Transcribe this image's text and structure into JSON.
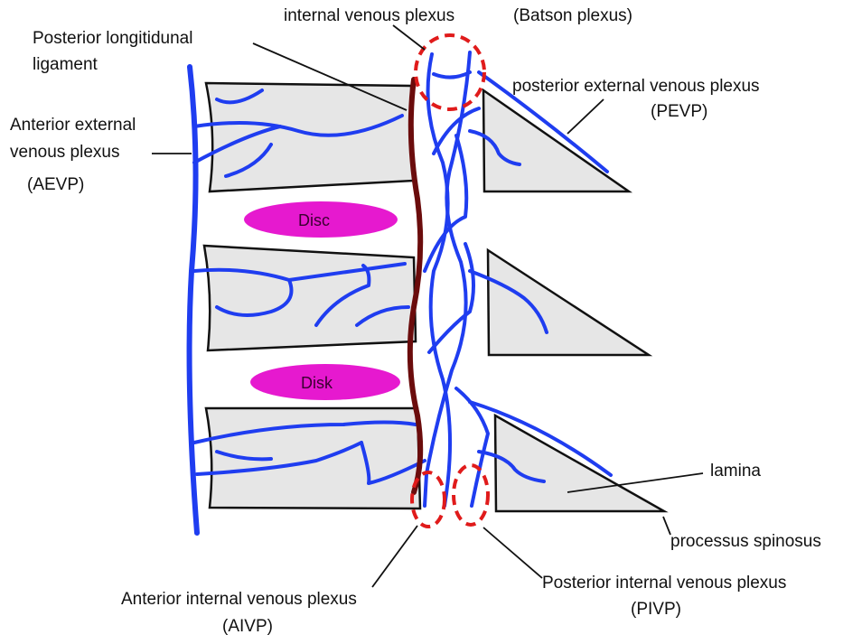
{
  "labels": {
    "internal_plexus": "internal venous plexus",
    "batson": "(Batson plexus)",
    "pll_line1": "Posterior longitidunal",
    "pll_line2": "ligament",
    "aevp_line1": "Anterior external",
    "aevp_line2": "venous plexus",
    "aevp_abbr": "(AEVP)",
    "pevp_line1": "posterior external venous plexus",
    "pevp_abbr": "(PEVP)",
    "lamina": "lamina",
    "spinosus": "processus spinosus",
    "aivp_line1": "Anterior internal venous plexus",
    "aivp_abbr": "(AIVP)",
    "pivp_line1": "Posterior internal venous plexus",
    "pivp_abbr": "(PIVP)"
  },
  "discs": {
    "upper": "Disc",
    "lower": "Disk"
  },
  "colors": {
    "vein": "#1f3df0",
    "ligament": "#6b0c0c",
    "bone": "#e6e6e6",
    "disc": "#e619cf",
    "highlight": "#e01b1b"
  }
}
